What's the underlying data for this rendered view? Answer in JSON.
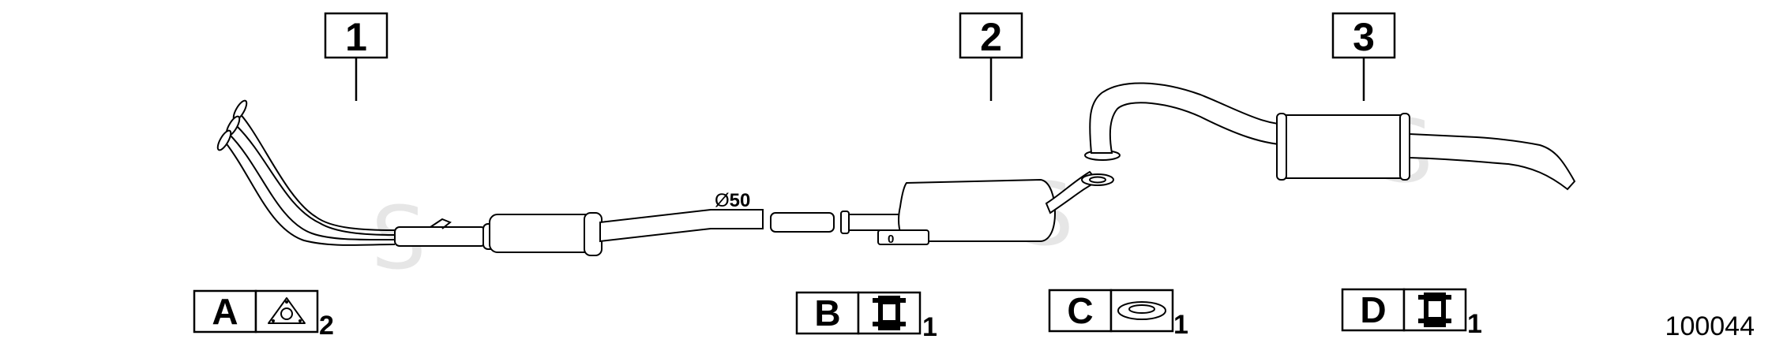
{
  "callouts": [
    {
      "number": "1"
    },
    {
      "number": "2"
    },
    {
      "number": "3"
    }
  ],
  "dimension": {
    "symbol": "Ø",
    "value": "50"
  },
  "muffler_mark": "0",
  "watermark": "S",
  "parts": [
    {
      "letter": "A",
      "quantity": "2",
      "icon": "three-hole-flange-gasket-icon"
    },
    {
      "letter": "B",
      "quantity": "1",
      "icon": "pipe-clamp-icon"
    },
    {
      "letter": "C",
      "quantity": "1",
      "icon": "ring-gasket-icon"
    },
    {
      "letter": "D",
      "quantity": "1",
      "icon": "pipe-clamp-icon"
    }
  ],
  "reference_number": "100044"
}
